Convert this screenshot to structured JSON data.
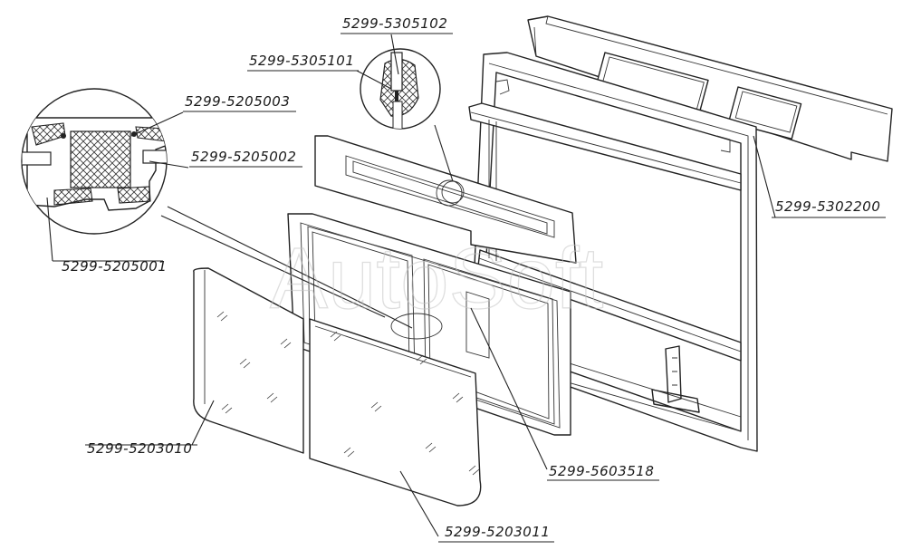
{
  "watermark": "AutoSoft",
  "labels": {
    "part_5305102": "5299-5305102",
    "part_5305101": "5299-5305101",
    "part_5205003": "5299-5205003",
    "part_5205002": "5299-5205002",
    "part_5205001": "5299-5205001",
    "part_5302200": "5299-5302200",
    "part_5203010": "5299-5203010",
    "part_5603518": "5299-5603518",
    "part_5203011": "5299-5203011"
  }
}
